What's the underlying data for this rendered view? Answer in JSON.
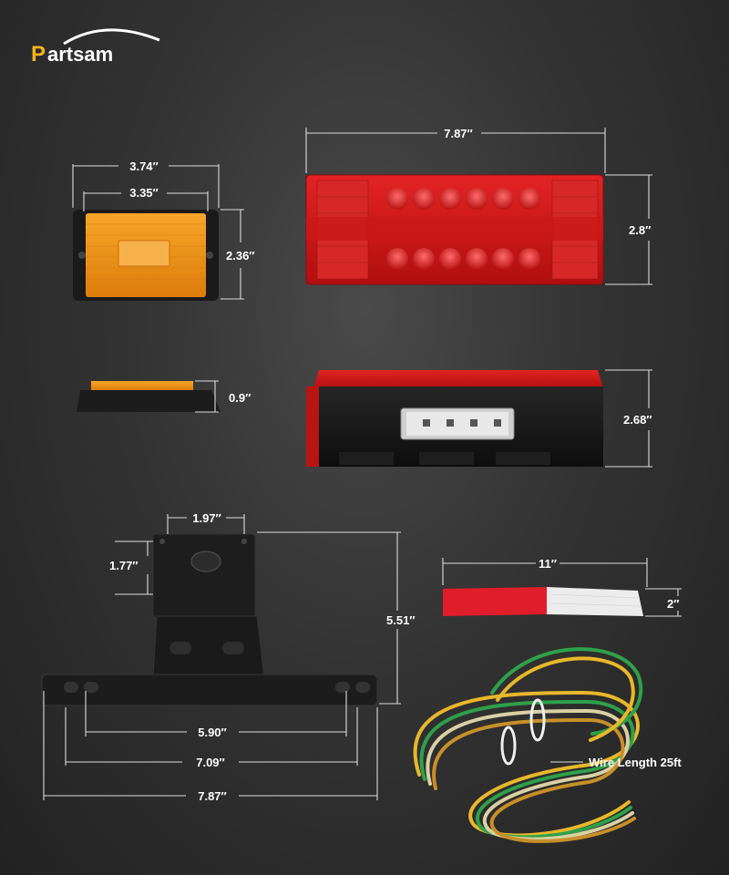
{
  "brand": {
    "p": "P",
    "rest": "artsam"
  },
  "amber_light": {
    "width_outer": "3.74″",
    "width_inner": "3.35″",
    "height": "2.36″",
    "depth": "0.9″"
  },
  "tail_light": {
    "width": "7.87″",
    "height": "2.8″",
    "side_height": "2.68″"
  },
  "bracket": {
    "hole_spacing": "1.97″",
    "hole_offset": "1.77″",
    "height": "5.51″",
    "width_inner": "5.90″",
    "width_mid": "7.09″",
    "width_outer": "7.87″"
  },
  "tape": {
    "length": "11″",
    "width": "2″"
  },
  "wire": {
    "label": "Wire Length 25ft"
  },
  "colors": {
    "amber": "#f29a1c",
    "red": "#d41a1a",
    "logo_yellow": "#f4b51b",
    "background": "#2c2c2c"
  }
}
